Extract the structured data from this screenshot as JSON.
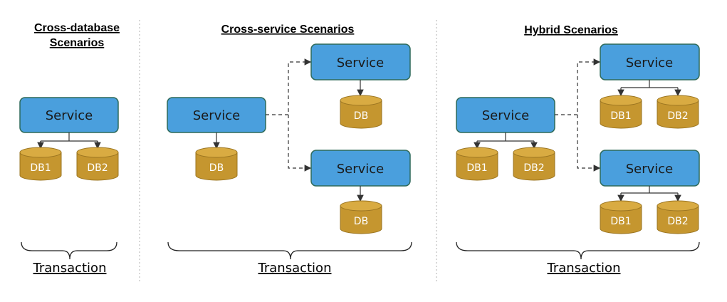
{
  "colors": {
    "service_fill": "#4a9fdd",
    "service_stroke": "#2e6a5a",
    "db_fill": "#c5962f",
    "db_top": "#d9ab42",
    "db_stroke": "#9a7420",
    "connector": "#333333",
    "divider": "#b0b0b0"
  },
  "panels": [
    {
      "title_lines": [
        "Cross-database",
        "Scenarios"
      ],
      "footer": "Transaction",
      "service_label": "Service",
      "databases": [
        "DB1",
        "DB2"
      ]
    },
    {
      "title_lines": [
        "Cross-service Scenarios"
      ],
      "footer": "Transaction",
      "caller": {
        "service_label": "Service",
        "databases": [
          "DB"
        ]
      },
      "callees": [
        {
          "service_label": "Service",
          "databases": [
            "DB"
          ]
        },
        {
          "service_label": "Service",
          "databases": [
            "DB"
          ]
        }
      ]
    },
    {
      "title_lines": [
        "Hybrid Scenarios"
      ],
      "footer": "Transaction",
      "caller": {
        "service_label": "Service",
        "databases": [
          "DB1",
          "DB2"
        ]
      },
      "callees": [
        {
          "service_label": "Service",
          "databases": [
            "DB1",
            "DB2"
          ]
        },
        {
          "service_label": "Service",
          "databases": [
            "DB1",
            "DB2"
          ]
        }
      ]
    }
  ]
}
